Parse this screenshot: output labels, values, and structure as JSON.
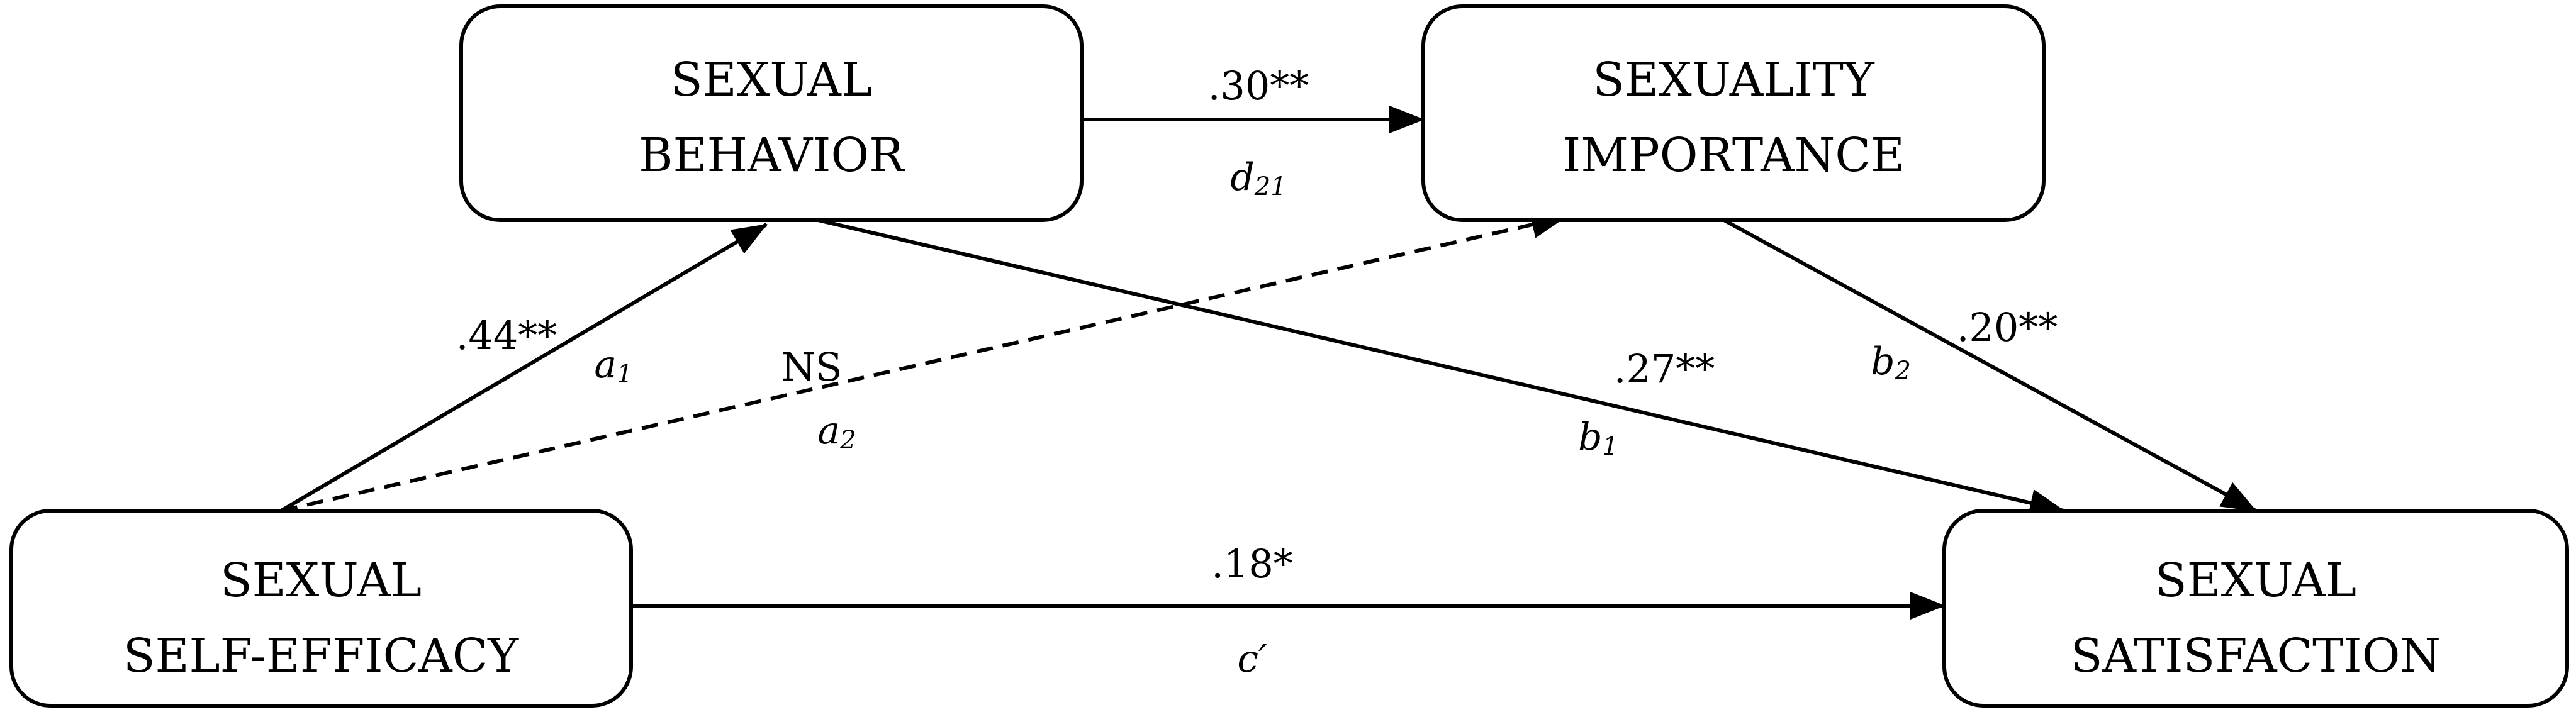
{
  "nodes": {
    "behavior": {
      "line1": "SEXUAL",
      "line2": "BEHAVIOR"
    },
    "importance": {
      "line1": "SEXUALITY",
      "line2": "IMPORTANCE"
    },
    "self_efficacy": {
      "line1": "SEXUAL",
      "line2": "SELF-EFFICACY"
    },
    "satisfaction": {
      "line1": "SEXUAL",
      "line2": "SATISFACTION"
    }
  },
  "paths": {
    "d21": {
      "coef": ".30**",
      "label_main": "d",
      "label_sub": "21"
    },
    "a1": {
      "coef": ".44**",
      "label_main": "a",
      "label_sub": "1"
    },
    "a2": {
      "coef": "NS",
      "label_main": "a",
      "label_sub": "2"
    },
    "b1": {
      "coef": ".27**",
      "label_main": "b",
      "label_sub": "1"
    },
    "b2": {
      "coef": ".20**",
      "label_main": "b",
      "label_sub": "2"
    },
    "c_prime": {
      "coef": ".18*",
      "label": "c′"
    }
  },
  "colors": {
    "stroke": "#000000",
    "background": "#ffffff"
  }
}
